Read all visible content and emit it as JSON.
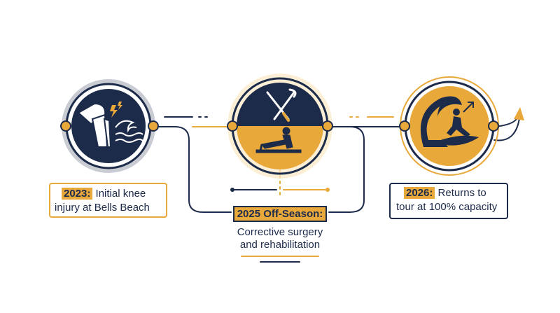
{
  "colors": {
    "navy": "#1d2b4a",
    "amber": "#e9a83a",
    "gray_ring": "#c9ccd3",
    "white": "#ffffff"
  },
  "milestones": [
    {
      "year": "2023:",
      "text_line1": "Initial knee",
      "text_line2": "injury at Bells Beach",
      "icons": [
        "knee-joint-icon",
        "lightning-pain-icon",
        "ocean-wave-icon"
      ]
    },
    {
      "year": "2025 Off-Season:",
      "text_line1": "Corrective surgery",
      "text_line2": "and rehabilitation",
      "icons": [
        "surgical-tools-icon",
        "rehab-exercise-icon"
      ]
    },
    {
      "year": "2026:",
      "text_line1": "Returns to",
      "text_line2": "tour at 100% capacity",
      "icons": [
        "surfer-on-wave-icon",
        "arrow-up-right-icon"
      ]
    }
  ]
}
